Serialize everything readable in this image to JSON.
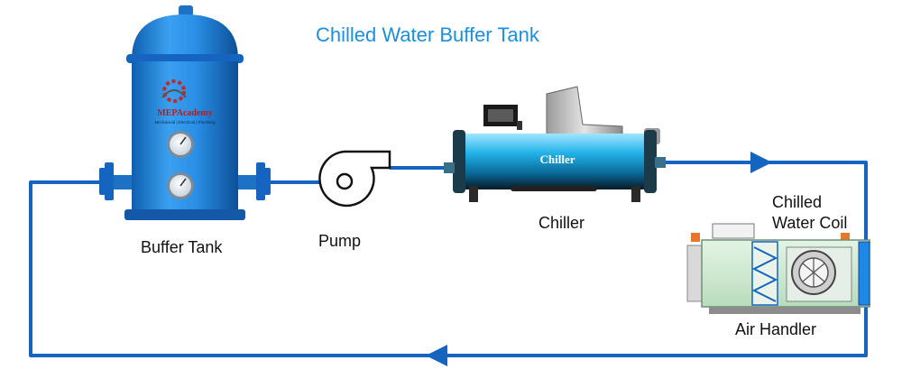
{
  "title": "Chilled Water Buffer Tank",
  "labels": {
    "buffer_tank": "Buffer Tank",
    "pump": "Pump",
    "chiller": "Chiller",
    "chilled_water_coil_line1": "Chilled",
    "chilled_water_coil_line2": "Water Coil",
    "air_handler": "Air Handler"
  },
  "equipment_text": {
    "chiller_body": "Chiller",
    "logo_name": "MEPAcademy",
    "logo_tagline": "Mechanical | Electrical | Plumbing"
  },
  "colors": {
    "title": "#1a8fe3",
    "pipe": "#1565c0",
    "tank": "#1e88e5",
    "air_handler": "#cfe8d2"
  }
}
